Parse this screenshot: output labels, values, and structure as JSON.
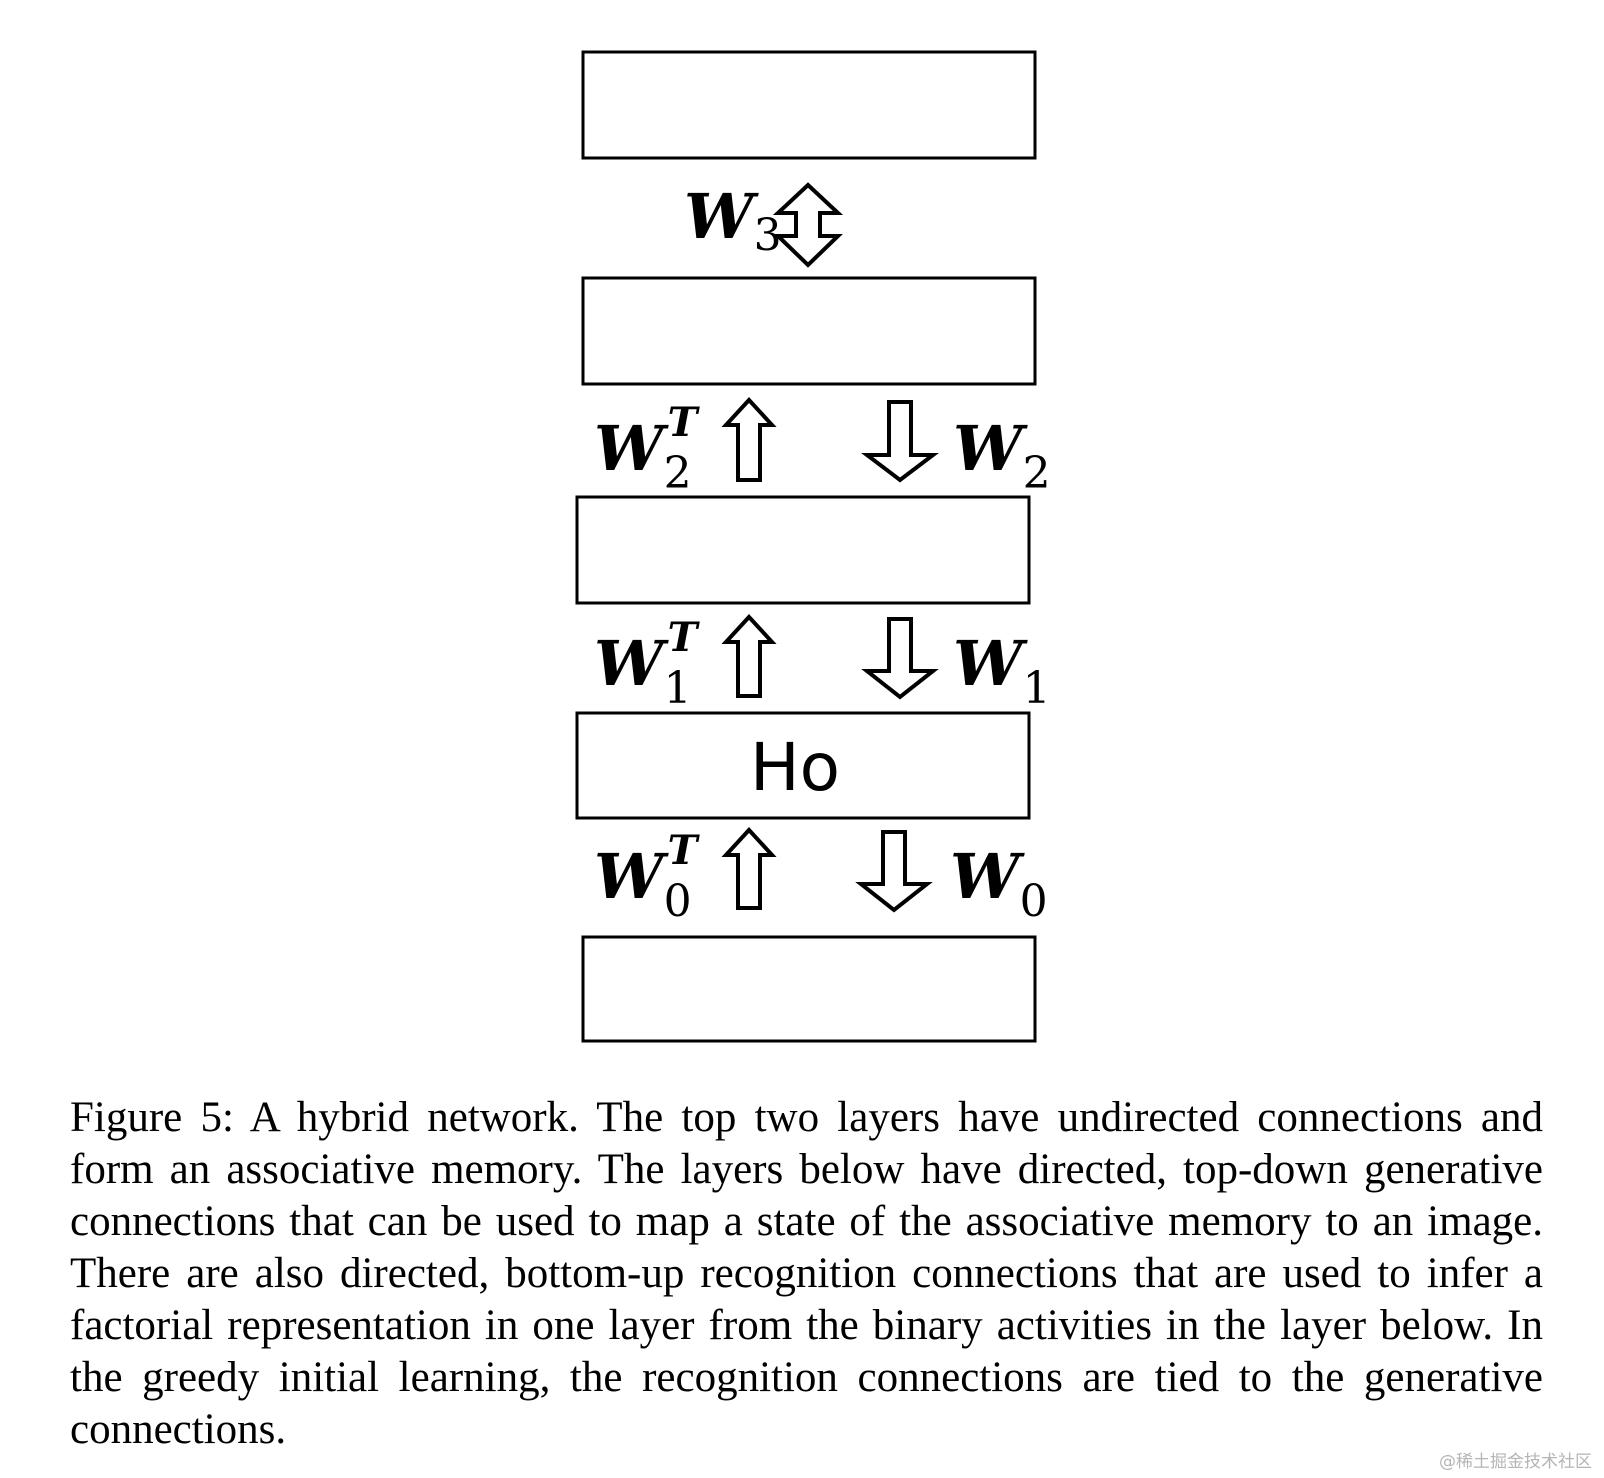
{
  "diagram": {
    "layers": [
      {
        "label": ""
      },
      {
        "label": ""
      },
      {
        "label": ""
      },
      {
        "label": "Ho"
      },
      {
        "label": ""
      }
    ],
    "connections": {
      "w3": {
        "base": "W",
        "sub": "3"
      },
      "w2t": {
        "base": "W",
        "sub": "2",
        "sup": "T"
      },
      "w2": {
        "base": "W",
        "sub": "2"
      },
      "w1t": {
        "base": "W",
        "sub": "1",
        "sup": "T"
      },
      "w1": {
        "base": "W",
        "sub": "1"
      },
      "w0t": {
        "base": "W",
        "sub": "0",
        "sup": "T"
      },
      "w0": {
        "base": "W",
        "sub": "0"
      }
    }
  },
  "caption": {
    "text": "Figure 5:  A hybrid network. The top two layers have undirected connections and form an associative memory. The layers below have directed, top-down generative connections that can be used to map a state of the associative memory to an image. There are also directed, bottom-up recognition connections that are used to infer a factorial representation in one layer from the binary activities in the layer below. In the greedy initial learning, the recognition connections are tied to the generative connections."
  },
  "watermark": {
    "text": "@稀土掘金技术社区"
  }
}
